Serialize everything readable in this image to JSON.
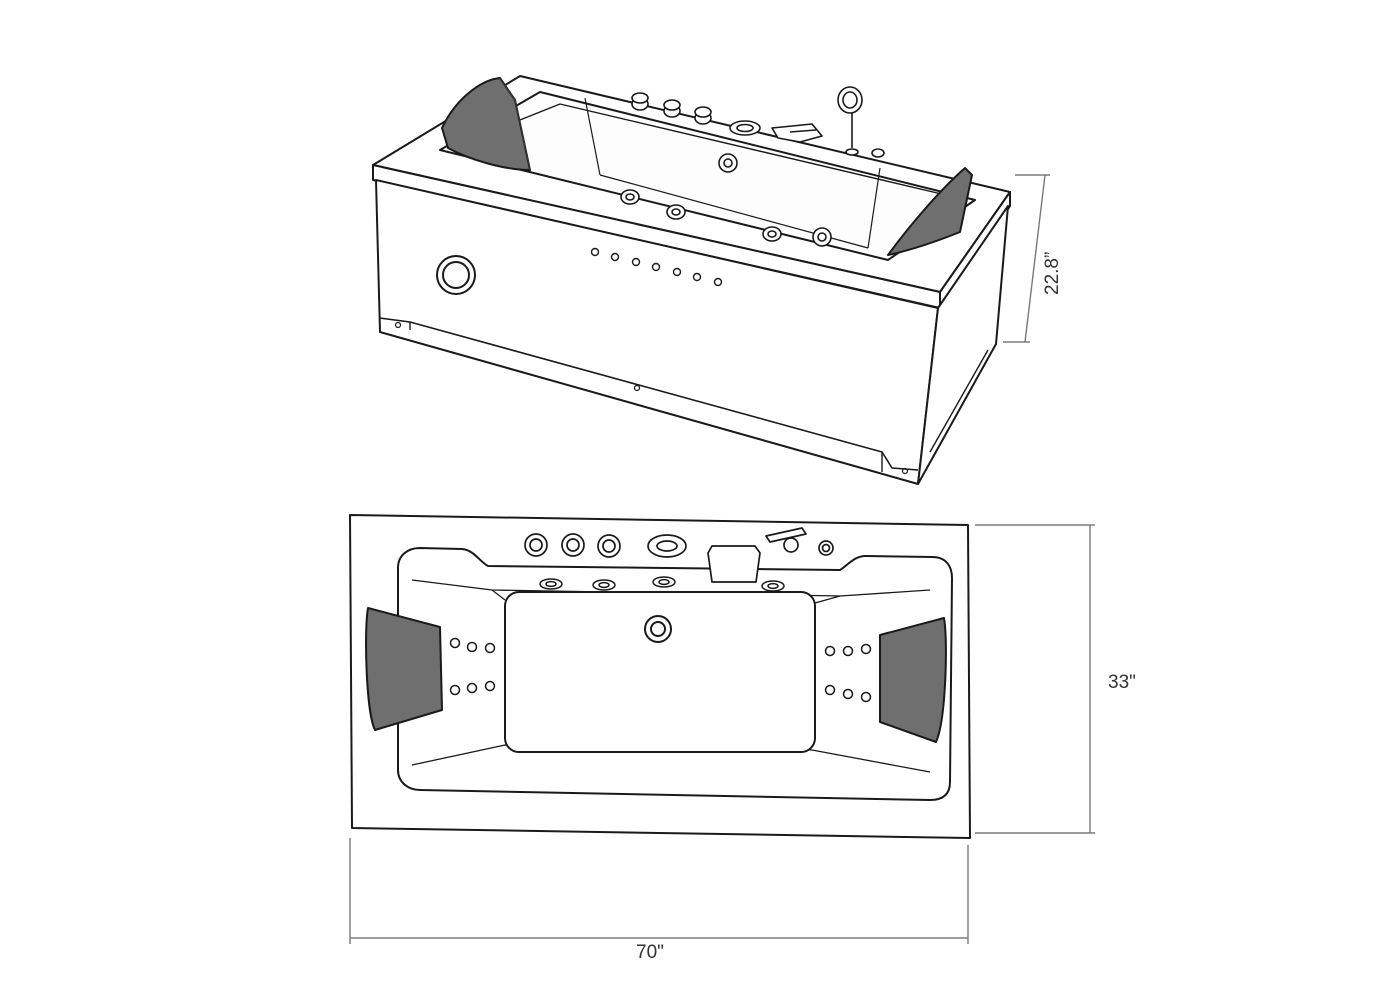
{
  "dimensions": {
    "height": "22.8”",
    "width": "33\"",
    "length": "70\""
  },
  "colors": {
    "line": "#1a1a1a",
    "pillow": "#6f6f6f",
    "dimension_line": "#7a7a7a",
    "background": "#ffffff"
  },
  "icons": {
    "pillow": "headrest-pillow-icon",
    "jet": "water-jet-icon",
    "drain": "drain-icon",
    "valve": "control-knob-icon",
    "shower": "hand-shower-icon",
    "faucet": "waterfall-faucet-icon"
  }
}
